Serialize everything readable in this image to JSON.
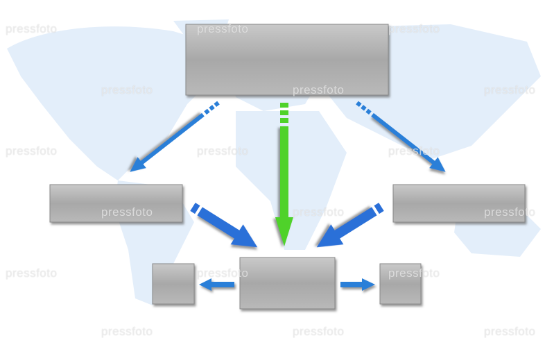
{
  "watermark": {
    "text": "pressfoto"
  },
  "colors": {
    "map": "#e3eefa",
    "blue_arrow": "#2a7fd8",
    "green_arrow": "#4fd22a",
    "box_metal": "#a9a9a9"
  },
  "diagram": {
    "nodes": [
      "top-box",
      "left-box",
      "right-box",
      "center-box",
      "small-left-box",
      "small-right-box"
    ],
    "edges": [
      {
        "from": "top-box",
        "to": "left-box",
        "color": "blue"
      },
      {
        "from": "top-box",
        "to": "center-box",
        "color": "green"
      },
      {
        "from": "top-box",
        "to": "right-box",
        "color": "blue"
      },
      {
        "from": "left-box",
        "to": "center-box",
        "color": "blue"
      },
      {
        "from": "right-box",
        "to": "center-box",
        "color": "blue"
      },
      {
        "from": "center-box",
        "to": "small-left-box",
        "color": "blue"
      },
      {
        "from": "center-box",
        "to": "small-right-box",
        "color": "blue"
      }
    ]
  }
}
